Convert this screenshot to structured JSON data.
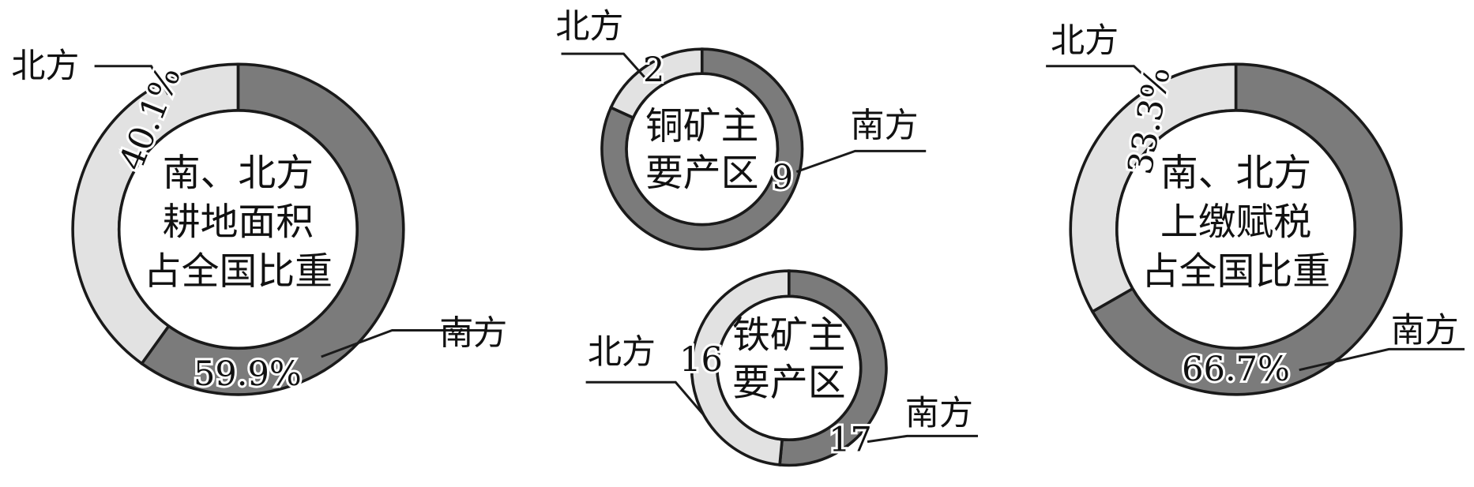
{
  "colors": {
    "south": "#7b7b7b",
    "north": "#e2e2e2",
    "stroke": "#1a1a1a"
  },
  "chart_data": [
    {
      "type": "pie",
      "id": "farmland",
      "title_lines": [
        "南、北方",
        "耕地面积",
        "占全国比重"
      ],
      "series": [
        {
          "name": "南方",
          "value": 59.9,
          "label": "59.9%"
        },
        {
          "name": "北方",
          "value": 40.1,
          "label": "40.1%"
        }
      ]
    },
    {
      "type": "pie",
      "id": "copper",
      "title_lines": [
        "铜矿主",
        "要产区"
      ],
      "series": [
        {
          "name": "南方",
          "value": 9,
          "label": "9"
        },
        {
          "name": "北方",
          "value": 2,
          "label": "2"
        }
      ]
    },
    {
      "type": "pie",
      "id": "iron",
      "title_lines": [
        "铁矿主",
        "要产区"
      ],
      "series": [
        {
          "name": "南方",
          "value": 17,
          "label": "17"
        },
        {
          "name": "北方",
          "value": 16,
          "label": "16"
        }
      ]
    },
    {
      "type": "pie",
      "id": "tax",
      "title_lines": [
        "南、北方",
        "上缴赋税",
        "占全国比重"
      ],
      "series": [
        {
          "name": "南方",
          "value": 66.7,
          "label": "66.7%"
        },
        {
          "name": "北方",
          "value": 33.3,
          "label": "33.3%"
        }
      ]
    }
  ]
}
